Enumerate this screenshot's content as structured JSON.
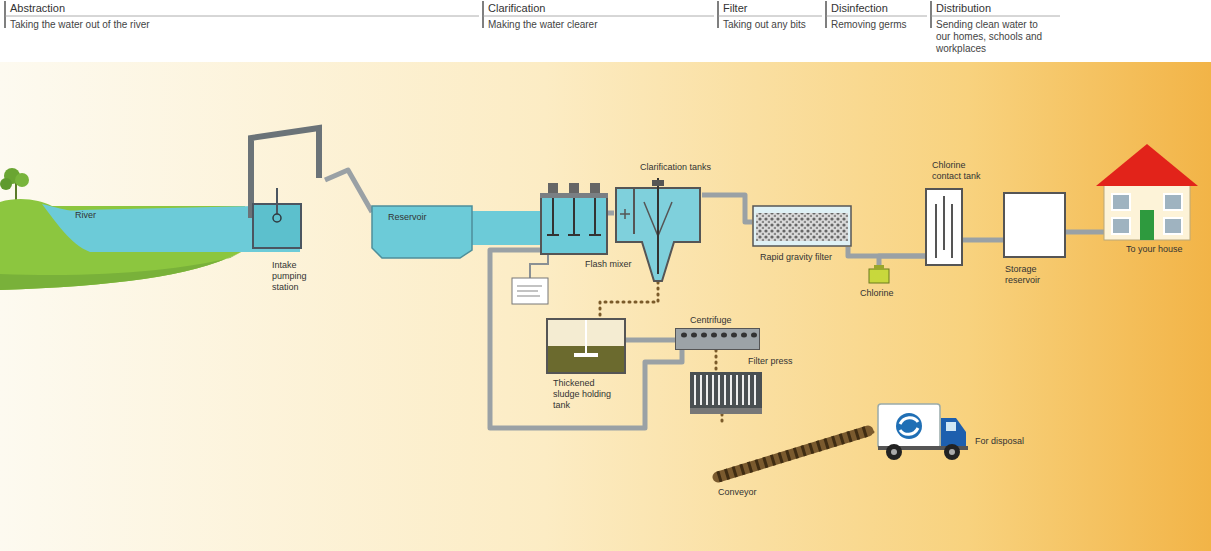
{
  "diagram": {
    "nodes": [
      {
        "text": [
          "River"
        ]
      },
      {
        "text": [
          "Intake pumping station"
        ]
      },
      {
        "text": [
          "Reservoir"
        ]
      },
      {
        "text": [
          "Flash mixer"
        ]
      },
      {
        "text": [
          "Clarification tanks"
        ]
      },
      {
        "text": [
          "Thickened sludge holding tank"
        ]
      },
      {
        "text": [
          "Centrifuge"
        ]
      },
      {
        "text": [
          "Filter press"
        ]
      },
      {
        "text": [
          "Conveyor"
        ]
      },
      {
        "text": [
          "Rapid gravity filter"
        ]
      },
      {
        "text": [
          "Chlorine"
        ]
      },
      {
        "text": [
          "Chlorine contact tank"
        ]
      },
      {
        "text": [
          "Storage reservoir"
        ]
      },
      {
        "text": [
          "To your house"
        ]
      },
      {
        "text": [
          "For disposal"
        ]
      }
    ],
    "edges": [
      {
        "from": 1,
        "to": 2,
        "arrow": "none"
      },
      {
        "from": 2,
        "to": 3,
        "arrow": "none"
      },
      {
        "from": 3,
        "to": 4,
        "arrow": "none"
      },
      {
        "from": 4,
        "to": 9,
        "arrow": "none"
      },
      {
        "from": 9,
        "to": 11,
        "arrow": "none"
      },
      {
        "from": 10,
        "to": 11,
        "arrow": "none"
      },
      {
        "from": 11,
        "to": 12,
        "arrow": "none"
      },
      {
        "from": 12,
        "to": 13,
        "arrow": "none"
      },
      {
        "from": 4,
        "to": 5,
        "arrow": "none"
      },
      {
        "from": 5,
        "to": 6,
        "arrow": "none"
      },
      {
        "from": 6,
        "to": 3,
        "arrow": "none"
      },
      {
        "from": 6,
        "to": 7,
        "arrow": "none"
      },
      {
        "from": 7,
        "to": 8,
        "arrow": "none"
      },
      {
        "from": 8,
        "to": 14,
        "arrow": "none"
      }
    ],
    "labels": [
      "Abstraction",
      "Taking the water out of the river",
      "Clarification",
      "Making the water clearer",
      "Filter",
      "Taking out any bits",
      "Disinfection",
      "Removing germs",
      "Distribution",
      "Sending clean water to our homes, schools and workplaces"
    ]
  }
}
